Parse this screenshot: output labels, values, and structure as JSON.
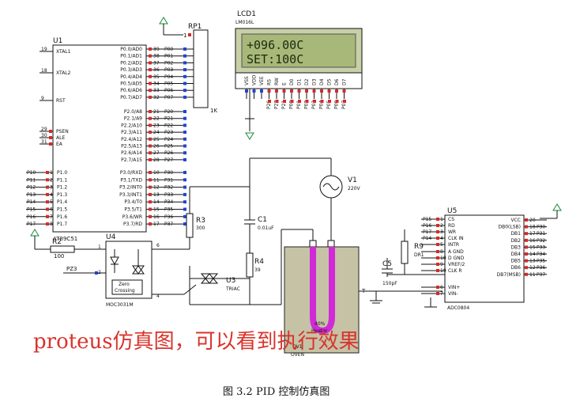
{
  "lcd": {
    "ref": "LCD1",
    "model": "LM016L",
    "line1": "+096.00C",
    "line2": "SET:100C",
    "pins": [
      "VSS",
      "VDD",
      "VEE",
      "RS",
      "RW",
      "E",
      "D0",
      "D1",
      "D2",
      "D3",
      "D4",
      "D5",
      "D6",
      "D7"
    ],
    "pin_nets": [
      "P26",
      "P27",
      "P21",
      "P00",
      "P01",
      "P02",
      "P03",
      "P04",
      "P05",
      "P06",
      "P07"
    ]
  },
  "rp1": {
    "ref": "RP1",
    "value": "1K",
    "pin1": "1"
  },
  "u1": {
    "ref": "U1",
    "model": "AT89C51",
    "left_pins": [
      {
        "num": "19",
        "name": "XTAL1"
      },
      {
        "num": "18",
        "name": "XTAL2"
      },
      {
        "num": "9",
        "name": "RST"
      },
      {
        "num": "29",
        "name": "PSEN"
      },
      {
        "num": "30",
        "name": "ALE"
      },
      {
        "num": "31",
        "name": "EA"
      }
    ],
    "p1_pins": [
      {
        "net": "P10",
        "num": "1",
        "name": "P1.0"
      },
      {
        "net": "P11",
        "num": "2",
        "name": "P1.1"
      },
      {
        "net": "P12",
        "num": "3",
        "name": "P1.2"
      },
      {
        "net": "P13",
        "num": "4",
        "name": "P1.3"
      },
      {
        "net": "P14",
        "num": "5",
        "name": "P1.4"
      },
      {
        "net": "P15",
        "num": "6",
        "name": "P1.5"
      },
      {
        "net": "P16",
        "num": "7",
        "name": "P1.6"
      },
      {
        "net": "P17",
        "num": "8",
        "name": "P1.7"
      }
    ],
    "p0_pins": [
      {
        "name": "P0.0/AD0",
        "num": "39",
        "net": "P00"
      },
      {
        "name": "P0.1/AD1",
        "num": "38",
        "net": "P01"
      },
      {
        "name": "P0.2/AD2",
        "num": "37",
        "net": "P02"
      },
      {
        "name": "P0.3/AD3",
        "num": "36",
        "net": "P03"
      },
      {
        "name": "P0.4/AD4",
        "num": "35",
        "net": "P04"
      },
      {
        "name": "P0.5/AD5",
        "num": "34",
        "net": "P05"
      },
      {
        "name": "P0.6/AD6",
        "num": "33",
        "net": "P06"
      },
      {
        "name": "P0.7/AD7",
        "num": "32",
        "net": "P07"
      }
    ],
    "p2_pins": [
      {
        "name": "P2.0/A8",
        "num": "21",
        "net": "P20"
      },
      {
        "name": "P2.1/A9",
        "num": "22",
        "net": "P21"
      },
      {
        "name": "P2.2/A10",
        "num": "23",
        "net": "P22"
      },
      {
        "name": "P2.3/A11",
        "num": "24",
        "net": "P23"
      },
      {
        "name": "P2.4/A12",
        "num": "25",
        "net": "P24"
      },
      {
        "name": "P2.5/A13",
        "num": "26",
        "net": "P25"
      },
      {
        "name": "P2.6/A14",
        "num": "27",
        "net": "P26"
      },
      {
        "name": "P2.7/A15",
        "num": "28",
        "net": "P27"
      }
    ],
    "p3_pins": [
      {
        "name": "P3.0/RXD",
        "num": "10",
        "net": "P30"
      },
      {
        "name": "P3.1/TXD",
        "num": "11",
        "net": "P31"
      },
      {
        "name": "P3.2/INT0",
        "num": "12",
        "net": "P32"
      },
      {
        "name": "P3.3/INT1",
        "num": "13",
        "net": "P33"
      },
      {
        "name": "P3.4/T0",
        "num": "14",
        "net": "P34"
      },
      {
        "name": "P3.5/T1",
        "num": "15",
        "net": "P35"
      },
      {
        "name": "P3.6/WR",
        "num": "16",
        "net": "P36"
      },
      {
        "name": "P3.7/RD",
        "num": "17",
        "net": "P37"
      }
    ]
  },
  "r2": {
    "ref": "R2",
    "value": "100"
  },
  "r3": {
    "ref": "R3",
    "value": "300"
  },
  "r4": {
    "ref": "R4",
    "value": "39"
  },
  "r9": {
    "ref": "R9",
    "value": "DR1"
  },
  "c1": {
    "ref": "C1",
    "value": "0.01uF"
  },
  "c5": {
    "ref": "C5",
    "value": "150pF"
  },
  "v1": {
    "ref": "V1",
    "value": "220V"
  },
  "u4": {
    "ref": "U4",
    "model": "MOC3031M",
    "inner_line1": "Zero",
    "inner_line2": "Crossing",
    "pin1": "1",
    "pin2": "2",
    "pin4": "4",
    "pin6": "6",
    "net": "PZ3"
  },
  "u3": {
    "ref": "U3",
    "model": "TRIAC"
  },
  "oven": {
    "label_pct": "40%",
    "label_name": "Heater",
    "ref": "OV1",
    "model": "OVEN",
    "pin_t": "T"
  },
  "u5": {
    "ref": "U5",
    "model": "ADC0804",
    "left_pins": [
      {
        "net": "P15",
        "num": "1",
        "name": "CS"
      },
      {
        "net": "P16",
        "num": "2",
        "name": "RD"
      },
      {
        "net": "P17",
        "num": "3",
        "name": "WR"
      },
      {
        "net": "P14",
        "num": "4",
        "name": "CLK IN"
      },
      {
        "net": "",
        "num": "5",
        "name": "INTR"
      },
      {
        "net": "",
        "num": "8",
        "name": "A GND"
      },
      {
        "net": "",
        "num": "10",
        "name": "D GND"
      },
      {
        "net": "",
        "num": "9",
        "name": "VREF/2"
      },
      {
        "net": "",
        "num": "19",
        "name": "CLK R"
      },
      {
        "net": "",
        "num": "6",
        "name": "VIN+"
      },
      {
        "net": "",
        "num": "7",
        "name": "VIN-"
      }
    ],
    "right_pins": [
      {
        "name": "VCC",
        "num": "20",
        "net": ""
      },
      {
        "name": "DB0(LSB)",
        "num": "18",
        "net": "P30"
      },
      {
        "name": "DB1",
        "num": "17",
        "net": "P31"
      },
      {
        "name": "DB2",
        "num": "16",
        "net": "P32"
      },
      {
        "name": "DB3",
        "num": "15",
        "net": "P33"
      },
      {
        "name": "DB4",
        "num": "14",
        "net": "P34"
      },
      {
        "name": "DB5",
        "num": "13",
        "net": "P35"
      },
      {
        "name": "DB6",
        "num": "12",
        "net": "P36"
      },
      {
        "name": "DB7(MSB)",
        "num": "11",
        "net": "P37"
      }
    ]
  },
  "overlay_text": "proteus仿真图，可以看到执行效果",
  "caption": "图 3.2 PID 控制仿真图"
}
